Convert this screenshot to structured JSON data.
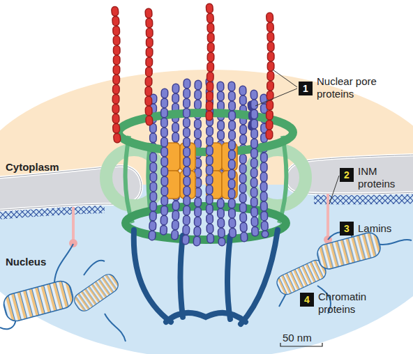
{
  "diagram": {
    "nodes": [
      {
        "text": [
          "1",
          "Nuclear pore proteins"
        ]
      },
      {
        "text": [
          "2",
          "INM proteins"
        ]
      },
      {
        "text": [
          "3",
          "Lamins"
        ]
      },
      {
        "text": [
          "4",
          "Chromatin proteins"
        ]
      }
    ],
    "labels": [
      "Cytoplasm",
      "Nucleus",
      "50 nm"
    ]
  }
}
